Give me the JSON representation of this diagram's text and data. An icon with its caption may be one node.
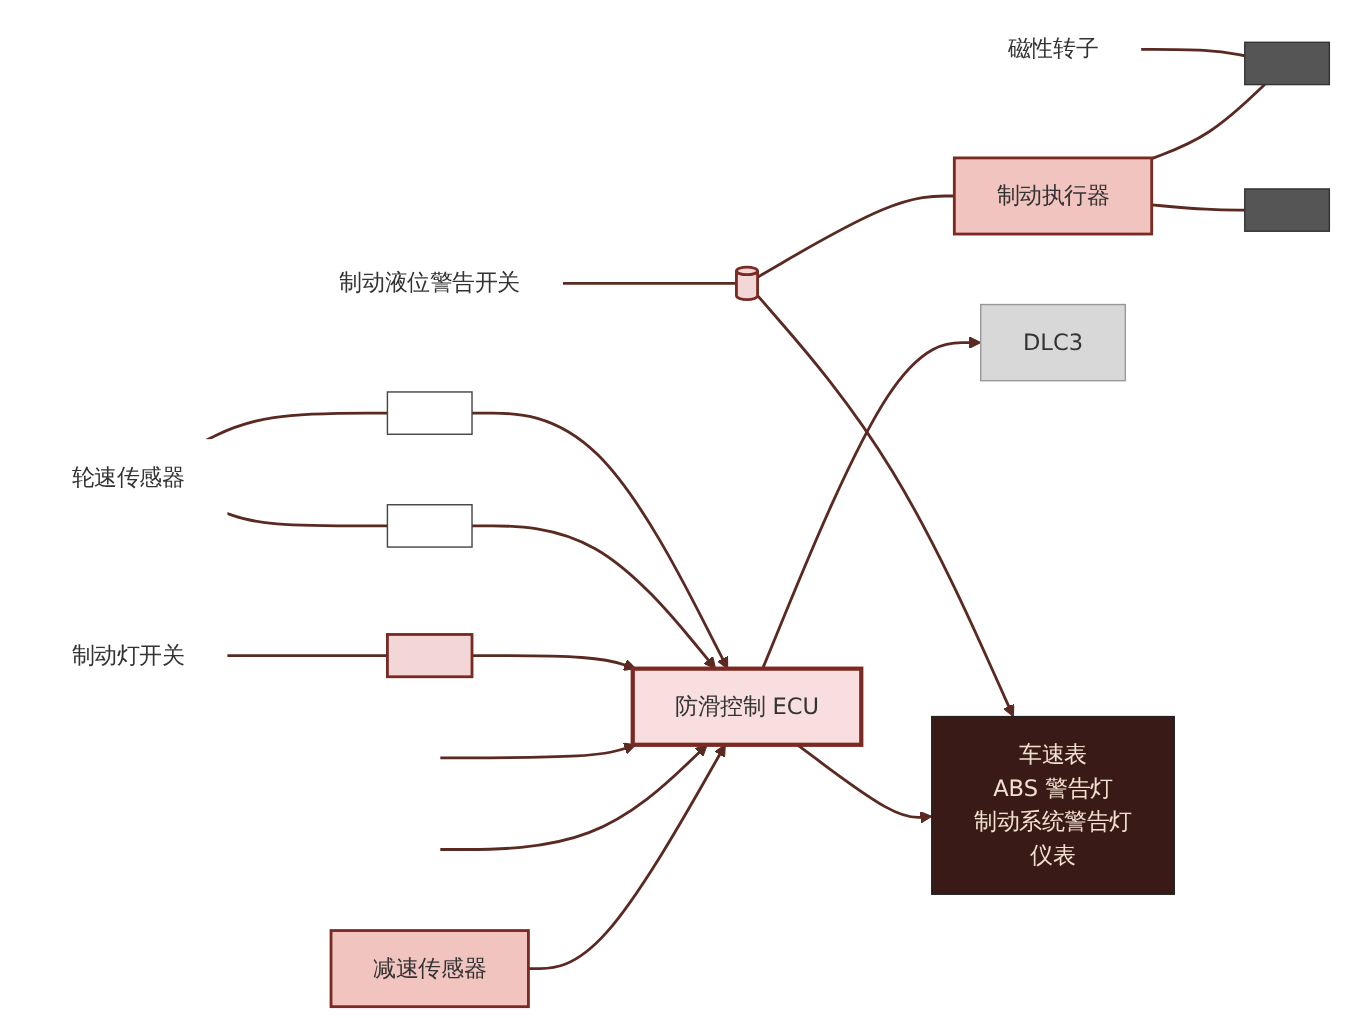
{
  "diagram": {
    "nodes": [
      {
        "text": [
          "制动液位警告开关"
        ]
      },
      {
        "text": [],
        "shape": "cylinder"
      },
      {
        "text": [
          "制动灯开关"
        ]
      },
      {
        "text": [],
        "shape": "box"
      },
      {
        "text": [],
        "shape": "box"
      },
      {
        "text": [
          "磁性转子"
        ]
      },
      {
        "text": [],
        "shape": "box"
      },
      {
        "text": [
          "轮速传感器"
        ]
      },
      {
        "text": [],
        "shape": "box"
      },
      {
        "text": [],
        "shape": "box"
      },
      {
        "text": [
          "制动执行器"
        ]
      },
      {
        "text": [
          "防滑控制 ECU"
        ]
      },
      {
        "text": [
          "减速传感器"
        ]
      },
      {
        "text": [
          "DLC3"
        ]
      },
      {
        "text": [
          "车速表",
          "ABS 警告灯",
          "制动系统警告灯",
          "仪表"
        ]
      }
    ],
    "edges": [
      {
        "from": 0,
        "to": 1,
        "arrow": "none"
      },
      {
        "from": 2,
        "to": 3,
        "arrow": "none"
      },
      {
        "from": 5,
        "to": 4,
        "arrow": "none"
      },
      {
        "from": 7,
        "to": 6,
        "arrow": "none"
      },
      {
        "from": 7,
        "to": 8,
        "arrow": "none"
      },
      {
        "from": 1,
        "to": 10,
        "arrow": "none"
      },
      {
        "from": 10,
        "to": 4,
        "arrow": "none"
      },
      {
        "from": 10,
        "to": 9,
        "arrow": "none"
      },
      {
        "from": 6,
        "to": 11,
        "arrow": "to"
      },
      {
        "from": 8,
        "to": 11,
        "arrow": "to"
      },
      {
        "from": 3,
        "to": 11,
        "arrow": "to"
      },
      {
        "from": 1,
        "to": 14,
        "arrow": "to"
      },
      {
        "from": null,
        "to": 11,
        "arrow": "to"
      },
      {
        "from": null,
        "to": 11,
        "arrow": "to"
      },
      {
        "from": 11,
        "to": 13,
        "arrow": "to"
      },
      {
        "from": 11,
        "to": 14,
        "arrow": "to"
      },
      {
        "from": 12,
        "to": 11,
        "arrow": "to"
      }
    ]
  }
}
